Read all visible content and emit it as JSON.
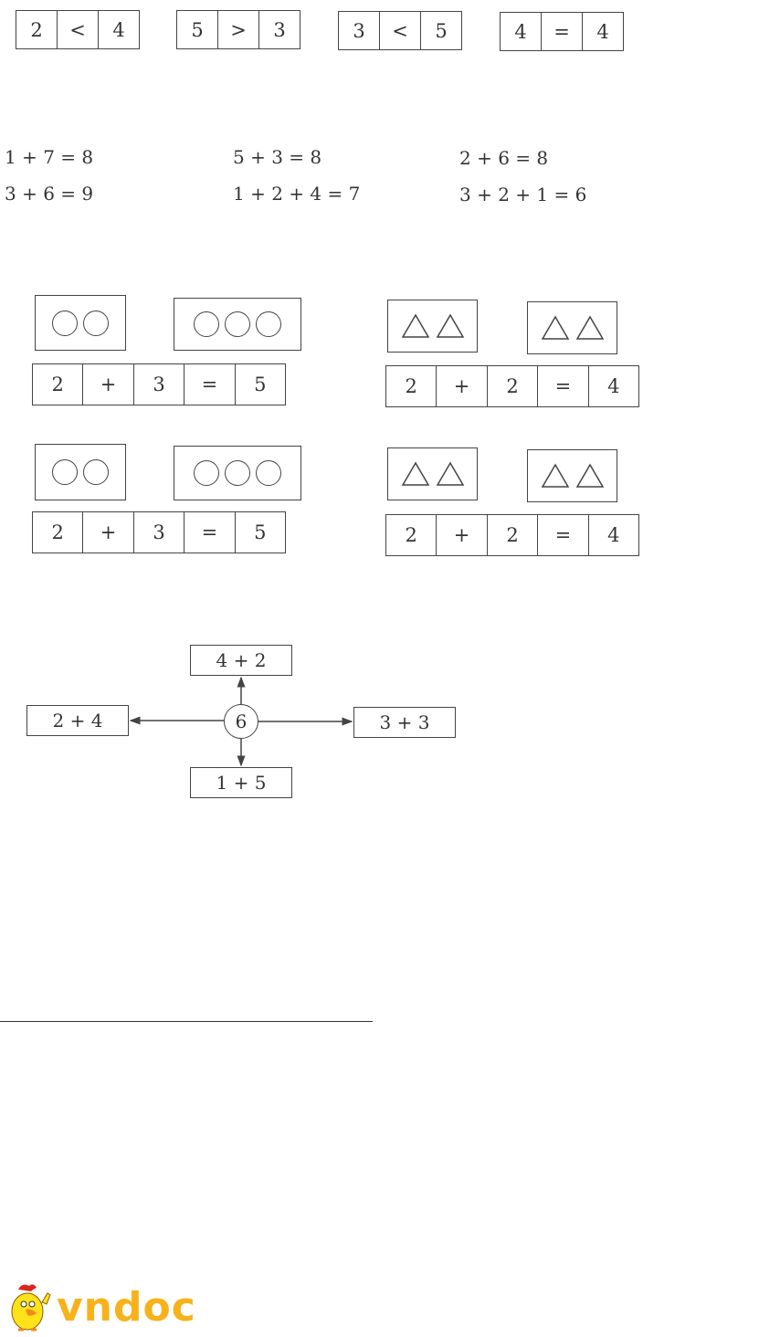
{
  "comparisons": [
    {
      "left": "2",
      "op": "<",
      "right": "4"
    },
    {
      "left": "5",
      "op": ">",
      "right": "3"
    },
    {
      "left": "3",
      "op": "<",
      "right": "5"
    },
    {
      "left": "4",
      "op": "=",
      "right": "4"
    }
  ],
  "equations": [
    "1 + 7 = 8",
    "5 + 3 = 8",
    "2 + 6 = 8",
    "3 + 6 = 9",
    "1 + 2 + 4 = 7",
    "3 + 2 + 1 = 6"
  ],
  "groups": [
    {
      "shape": "circle",
      "left_count": 2,
      "right_count": 3,
      "strip": [
        "2",
        "+",
        "3",
        "=",
        "5"
      ]
    },
    {
      "shape": "triangle",
      "left_count": 2,
      "right_count": 2,
      "strip": [
        "2",
        "+",
        "2",
        "=",
        "4"
      ]
    },
    {
      "shape": "circle",
      "left_count": 2,
      "right_count": 3,
      "strip": [
        "2",
        "+",
        "3",
        "=",
        "5"
      ]
    },
    {
      "shape": "triangle",
      "left_count": 2,
      "right_count": 2,
      "strip": [
        "2",
        "+",
        "2",
        "=",
        "4"
      ]
    }
  ],
  "diagram": {
    "center": "6",
    "top": "4 + 2",
    "left": "2 + 4",
    "right": "3 + 3",
    "bottom": "1 + 5"
  },
  "logo": {
    "text": "vndoc",
    "colors": {
      "brand": "#f7b21b"
    }
  }
}
